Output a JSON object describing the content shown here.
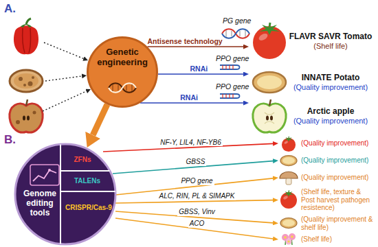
{
  "diagram": {
    "nodes": [
      {
        "text": [
          "Genetic engineering"
        ]
      },
      {
        "text": [
          "FLAVR SAVR Tomato",
          "(Shelf life)"
        ]
      },
      {
        "text": [
          "INNATE Potato",
          "(Quality improvement)"
        ]
      },
      {
        "text": [
          "Arctic apple",
          "(Quality improvement)"
        ]
      },
      {
        "text": [
          "Genome editing tools"
        ]
      },
      {
        "text": [
          "ZFNs"
        ],
        "in": 4
      },
      {
        "text": [
          "TALENs"
        ],
        "in": 4
      },
      {
        "text": [
          "CRISPR/Cas-9"
        ],
        "in": 4
      },
      {
        "text": [
          "(Quality improvement)"
        ]
      },
      {
        "text": [
          "(Quality improvement)"
        ]
      },
      {
        "text": [
          "(Quality improvement)"
        ]
      },
      {
        "text": [
          "(Shelf life, texture & Post harvest pathogen resistence)"
        ]
      },
      {
        "text": [
          "(Quality improvement & shelf life)"
        ]
      },
      {
        "text": [
          "(Shelf life)"
        ]
      }
    ],
    "edges": [
      {
        "from": 0,
        "to": 1,
        "label": "Antisense technology",
        "arrow": "to"
      },
      {
        "from": 0,
        "to": 2,
        "label": "RNAi",
        "arrow": "to"
      },
      {
        "from": 0,
        "to": 3,
        "label": "RNAi",
        "arrow": "to"
      },
      {
        "from": 0,
        "to": 4,
        "arrow": "to"
      },
      {
        "from": 5,
        "to": 8,
        "label": "NF-Y, LIL4, NF-YB6",
        "arrow": "to"
      },
      {
        "from": 6,
        "to": 9,
        "label": "GBSS",
        "arrow": "to"
      },
      {
        "from": 7,
        "to": 10,
        "label": "PPO gene",
        "arrow": "to"
      },
      {
        "from": 7,
        "to": 11,
        "label": "ALC, RIN, PL & SIMAPK",
        "arrow": "to"
      },
      {
        "from": 7,
        "to": 12,
        "label": "GBSS, Vinv",
        "arrow": "to"
      },
      {
        "from": 7,
        "to": 13,
        "label": "ACO",
        "arrow": "to"
      }
    ],
    "labels": [
      "A.",
      "PG gene",
      "PPO gene",
      "PPO gene",
      "B."
    ]
  }
}
